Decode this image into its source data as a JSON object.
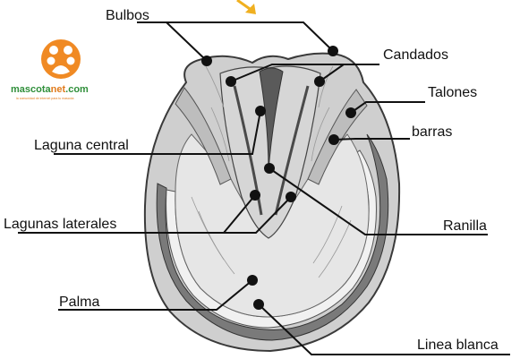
{
  "logo": {
    "name": "mascotanet.com",
    "tagline": "la comunidad de internet para tu mascota",
    "colors": {
      "circle": "#f08a24",
      "name_main": "#2f8f3a",
      "name_dot": "#e07b1d",
      "tagline": "#e07b1d"
    }
  },
  "labels": {
    "bulbos": "Bulbos",
    "candados": "Candados",
    "talones": "Talones",
    "barras": "barras",
    "laguna_central": "Laguna central",
    "lagunas_laterales": "Lagunas laterales",
    "ranilla": "Ranilla",
    "palma": "Palma",
    "linea_blanca": "Linea blanca"
  },
  "colors": {
    "arrow": "#f0b020",
    "ink": "#111111",
    "hoof_wall": "#6a6a6a",
    "hoof_sole": "#e9e9e9"
  }
}
